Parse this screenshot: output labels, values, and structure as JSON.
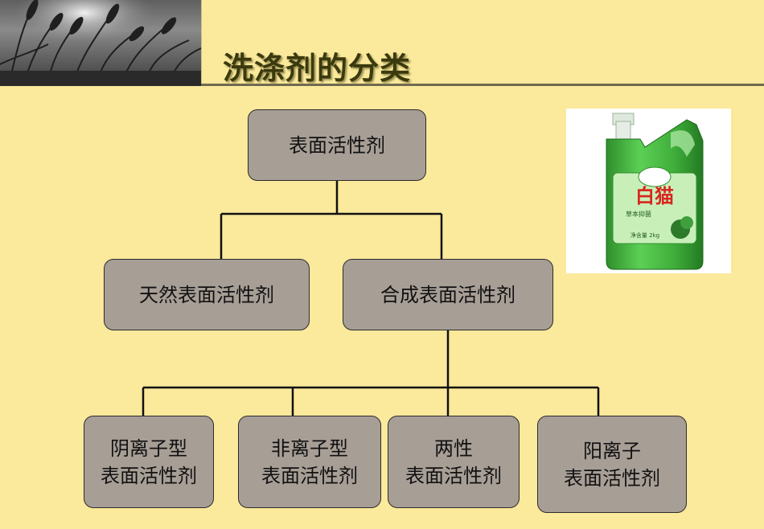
{
  "title": "洗涤剂的分类",
  "nodes": {
    "root": "表面活性剂",
    "natural": "天然表面活性剂",
    "synthetic": "合成表面活性剂",
    "anionic": [
      "阴离子型",
      "表面活性剂"
    ],
    "nonionic": [
      "非离子型",
      "表面活性剂"
    ],
    "amphoteric": [
      "两性",
      "表面活性剂"
    ],
    "cationic": [
      "阳离子",
      "表面活性剂"
    ]
  },
  "product": {
    "brand": "白猫",
    "label_small": "草本抑菌",
    "net_weight": "净含量 2kg"
  },
  "colors": {
    "background": "#fbe99c",
    "node_fill": "#a79e96",
    "bottle_green": "#3fae3a"
  }
}
